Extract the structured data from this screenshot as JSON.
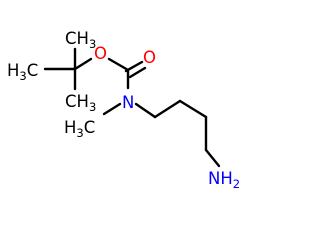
{
  "molecule": {
    "atoms": {
      "ch3_top": {
        "element": "C",
        "text": "CH",
        "subscript": "3"
      },
      "h3c_left": {
        "element": "C",
        "text": "H",
        "subscript": "3",
        "suffix": "C"
      },
      "ch3_bottom": {
        "element": "C",
        "text": "CH",
        "subscript": "3"
      },
      "o_ester": {
        "element": "O",
        "text": "O"
      },
      "o_carbonyl": {
        "element": "O",
        "text": "O"
      },
      "n_amide": {
        "element": "N",
        "text": "N"
      },
      "h3c_nmethyl": {
        "element": "C",
        "text": "H",
        "subscript": "3",
        "suffix": "C"
      },
      "nh2": {
        "element": "N",
        "text": "NH",
        "subscript": "2"
      }
    }
  },
  "colors": {
    "bond": "#000000",
    "carbon_label": "#000000",
    "oxygen": "#ff0000",
    "nitrogen": "#0000ff",
    "background": "#ffffff"
  }
}
